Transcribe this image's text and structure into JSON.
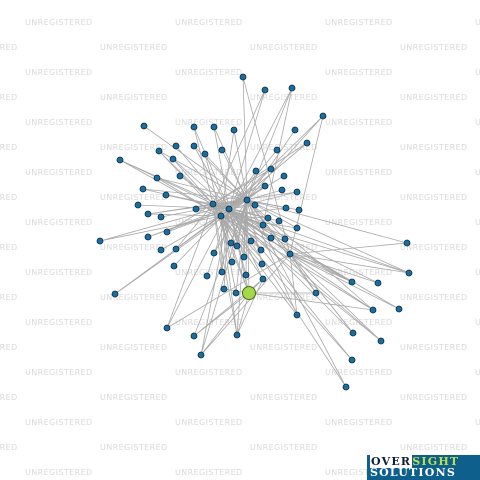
{
  "watermark_text": "UNREGISTERED",
  "logo": {
    "part1": "OVER",
    "part2": "SIGHT",
    "line2": "SOLUTIONS"
  },
  "colors": {
    "node": "#1a6e9e",
    "node_stroke": "#0b2a40",
    "focus_node": "#a6d94a",
    "edge": "#a8a8a8",
    "logo_bg": "#0e5f8c"
  },
  "network": {
    "node_count": 87,
    "focus_node_count": 1
  }
}
